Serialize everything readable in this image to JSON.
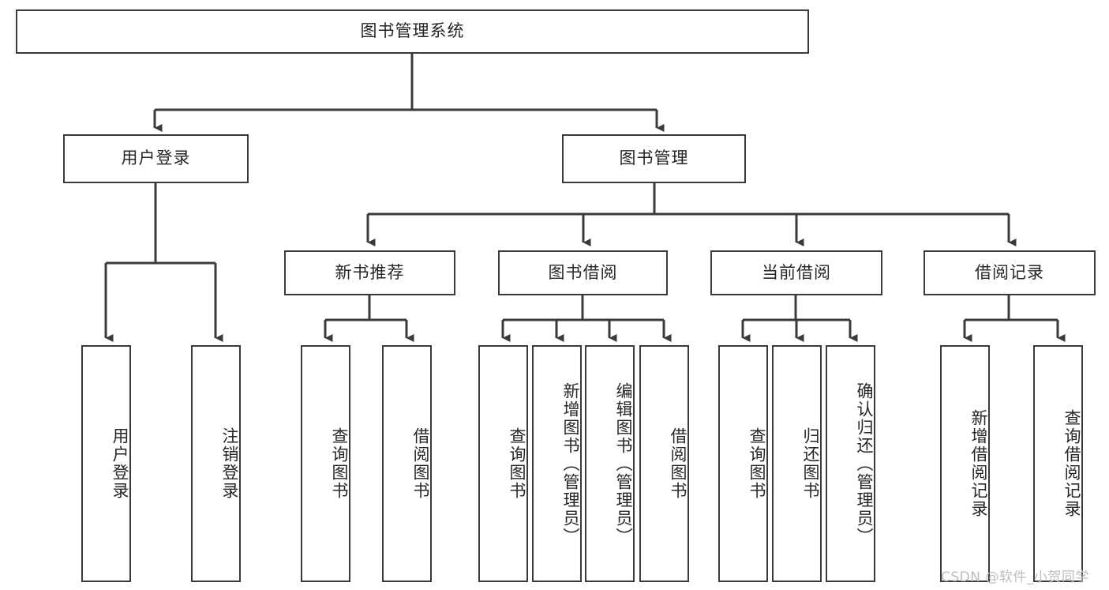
{
  "diagram": {
    "type": "tree",
    "title": "图书管理系统",
    "watermark": "CSDN @软件_小贺同学",
    "colors": {
      "stroke": "#3a3a3a",
      "fill": "#ffffff",
      "text": "#262626",
      "watermark": "#bdbdbd"
    },
    "levels": {
      "root": {
        "label": "图书管理系统"
      },
      "level2": [
        {
          "label": "用户登录"
        },
        {
          "label": "图书管理"
        }
      ],
      "level3": [
        {
          "label": "新书推荐"
        },
        {
          "label": "图书借阅"
        },
        {
          "label": "当前借阅"
        },
        {
          "label": "借阅记录"
        }
      ],
      "leaves": [
        {
          "label": "用户登录",
          "parent": "用户登录"
        },
        {
          "label": "注销登录",
          "parent": "用户登录"
        },
        {
          "label": "查询图书",
          "parent": "新书推荐"
        },
        {
          "label": "借阅图书",
          "parent": "新书推荐"
        },
        {
          "label": "查询图书",
          "parent": "图书借阅"
        },
        {
          "label": "新增图书（管理员）",
          "parent": "图书借阅"
        },
        {
          "label": "编辑图书（管理员）",
          "parent": "图书借阅"
        },
        {
          "label": "借阅图书",
          "parent": "图书借阅"
        },
        {
          "label": "查询图书",
          "parent": "当前借阅"
        },
        {
          "label": "归还图书",
          "parent": "当前借阅"
        },
        {
          "label": "确认归还（管理员）",
          "parent": "当前借阅"
        },
        {
          "label": "新增借阅记录",
          "parent": "借阅记录"
        },
        {
          "label": "查询借阅记录",
          "parent": "借阅记录"
        }
      ]
    }
  }
}
